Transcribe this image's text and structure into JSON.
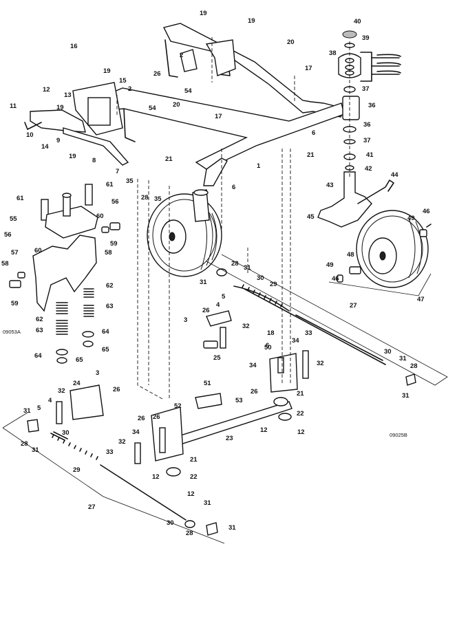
{
  "figure_codes": {
    "left": "09053A",
    "right": "09025B"
  },
  "callouts": [
    {
      "id": "c-19a",
      "n": "19"
    },
    {
      "id": "c-19b",
      "n": "19"
    },
    {
      "id": "c-19c",
      "n": "19"
    },
    {
      "id": "c-19d",
      "n": "19"
    },
    {
      "id": "c-19e",
      "n": "19"
    },
    {
      "id": "c-16",
      "n": "16"
    },
    {
      "id": "c-15",
      "n": "15"
    },
    {
      "id": "c-2a",
      "n": "2"
    },
    {
      "id": "c-2b",
      "n": "2"
    },
    {
      "id": "c-26a",
      "n": "26"
    },
    {
      "id": "c-54a",
      "n": "54"
    },
    {
      "id": "c-54b",
      "n": "54"
    },
    {
      "id": "c-20a",
      "n": "20"
    },
    {
      "id": "c-20b",
      "n": "20"
    },
    {
      "id": "c-17a",
      "n": "17"
    },
    {
      "id": "c-17b",
      "n": "17"
    },
    {
      "id": "c-12a",
      "n": "12"
    },
    {
      "id": "c-13",
      "n": "13"
    },
    {
      "id": "c-11",
      "n": "11"
    },
    {
      "id": "c-10",
      "n": "10"
    },
    {
      "id": "c-9",
      "n": "9"
    },
    {
      "id": "c-14",
      "n": "14"
    },
    {
      "id": "c-8",
      "n": "8"
    },
    {
      "id": "c-7",
      "n": "7"
    },
    {
      "id": "c-1",
      "n": "1"
    },
    {
      "id": "c-6a",
      "n": "6"
    },
    {
      "id": "c-6b",
      "n": "6"
    },
    {
      "id": "c-21a",
      "n": "21"
    },
    {
      "id": "c-21b",
      "n": "21"
    },
    {
      "id": "c-35a",
      "n": "35"
    },
    {
      "id": "c-35b",
      "n": "35"
    },
    {
      "id": "c-28a",
      "n": "28"
    },
    {
      "id": "c-40",
      "n": "40"
    },
    {
      "id": "c-39",
      "n": "39"
    },
    {
      "id": "c-38",
      "n": "38"
    },
    {
      "id": "c-37a",
      "n": "37"
    },
    {
      "id": "c-36a",
      "n": "36"
    },
    {
      "id": "c-36b",
      "n": "36"
    },
    {
      "id": "c-37b",
      "n": "37"
    },
    {
      "id": "c-41",
      "n": "41"
    },
    {
      "id": "c-42",
      "n": "42"
    },
    {
      "id": "c-43",
      "n": "43"
    },
    {
      "id": "c-44",
      "n": "44"
    },
    {
      "id": "c-45",
      "n": "45"
    },
    {
      "id": "c-46a",
      "n": "46"
    },
    {
      "id": "c-49a",
      "n": "49"
    },
    {
      "id": "c-48",
      "n": "48"
    },
    {
      "id": "c-49b",
      "n": "49"
    },
    {
      "id": "c-46b",
      "n": "46"
    },
    {
      "id": "c-47",
      "n": "47"
    },
    {
      "id": "c-61a",
      "n": "61"
    },
    {
      "id": "c-61b",
      "n": "61"
    },
    {
      "id": "c-56a",
      "n": "56"
    },
    {
      "id": "c-55",
      "n": "55"
    },
    {
      "id": "c-60a",
      "n": "60"
    },
    {
      "id": "c-56b",
      "n": "56"
    },
    {
      "id": "c-60b",
      "n": "60"
    },
    {
      "id": "c-59a",
      "n": "59"
    },
    {
      "id": "c-58a",
      "n": "58"
    },
    {
      "id": "c-57",
      "n": "57"
    },
    {
      "id": "c-58b",
      "n": "58"
    },
    {
      "id": "c-59b",
      "n": "59"
    },
    {
      "id": "c-62a",
      "n": "62"
    },
    {
      "id": "c-63a",
      "n": "63"
    },
    {
      "id": "c-62b",
      "n": "62"
    },
    {
      "id": "c-63b",
      "n": "63"
    },
    {
      "id": "c-64a",
      "n": "64"
    },
    {
      "id": "c-65a",
      "n": "65"
    },
    {
      "id": "c-64b",
      "n": "64"
    },
    {
      "id": "c-65b",
      "n": "65"
    },
    {
      "id": "c-28b",
      "n": "28"
    },
    {
      "id": "c-31a",
      "n": "31"
    },
    {
      "id": "c-31b",
      "n": "31"
    },
    {
      "id": "c-30a",
      "n": "30"
    },
    {
      "id": "c-29a",
      "n": "29"
    },
    {
      "id": "c-5a",
      "n": "5"
    },
    {
      "id": "c-4a",
      "n": "4"
    },
    {
      "id": "c-26b",
      "n": "26"
    },
    {
      "id": "c-3a",
      "n": "3"
    },
    {
      "id": "c-32a",
      "n": "32"
    },
    {
      "id": "c-25",
      "n": "25"
    },
    {
      "id": "c-27a",
      "n": "27"
    },
    {
      "id": "c-18",
      "n": "18"
    },
    {
      "id": "c-50",
      "n": "50"
    },
    {
      "id": "c-6c",
      "n": "6"
    },
    {
      "id": "c-34a",
      "n": "34"
    },
    {
      "id": "c-33a",
      "n": "33"
    },
    {
      "id": "c-32b",
      "n": "32"
    },
    {
      "id": "c-34b",
      "n": "34"
    },
    {
      "id": "c-26c",
      "n": "26"
    },
    {
      "id": "c-30b",
      "n": "30"
    },
    {
      "id": "c-31c",
      "n": "31"
    },
    {
      "id": "c-28c",
      "n": "28"
    },
    {
      "id": "c-31d",
      "n": "31"
    },
    {
      "id": "c-21c",
      "n": "21"
    },
    {
      "id": "c-22a",
      "n": "22"
    },
    {
      "id": "c-12b",
      "n": "12"
    },
    {
      "id": "c-12c",
      "n": "12"
    },
    {
      "id": "c-51",
      "n": "51"
    },
    {
      "id": "c-53",
      "n": "53"
    },
    {
      "id": "c-52",
      "n": "52"
    },
    {
      "id": "c-3b",
      "n": "3"
    },
    {
      "id": "c-24",
      "n": "24"
    },
    {
      "id": "c-26d",
      "n": "26"
    },
    {
      "id": "c-32c",
      "n": "32"
    },
    {
      "id": "c-4b",
      "n": "4"
    },
    {
      "id": "c-5b",
      "n": "5"
    },
    {
      "id": "c-31e",
      "n": "31"
    },
    {
      "id": "c-30c",
      "n": "30"
    },
    {
      "id": "c-28d",
      "n": "28"
    },
    {
      "id": "c-31f",
      "n": "31"
    },
    {
      "id": "c-29b",
      "n": "29"
    },
    {
      "id": "c-26e",
      "n": "26"
    },
    {
      "id": "c-26f",
      "n": "26"
    },
    {
      "id": "c-34c",
      "n": "34"
    },
    {
      "id": "c-32d",
      "n": "32"
    },
    {
      "id": "c-33b",
      "n": "33"
    },
    {
      "id": "c-23",
      "n": "23"
    },
    {
      "id": "c-21d",
      "n": "21"
    },
    {
      "id": "c-22b",
      "n": "22"
    },
    {
      "id": "c-12d",
      "n": "12"
    },
    {
      "id": "c-12e",
      "n": "12"
    },
    {
      "id": "c-27b",
      "n": "27"
    },
    {
      "id": "c-30d",
      "n": "30"
    },
    {
      "id": "c-31g",
      "n": "31"
    },
    {
      "id": "c-28e",
      "n": "28"
    },
    {
      "id": "c-31h",
      "n": "31"
    }
  ]
}
